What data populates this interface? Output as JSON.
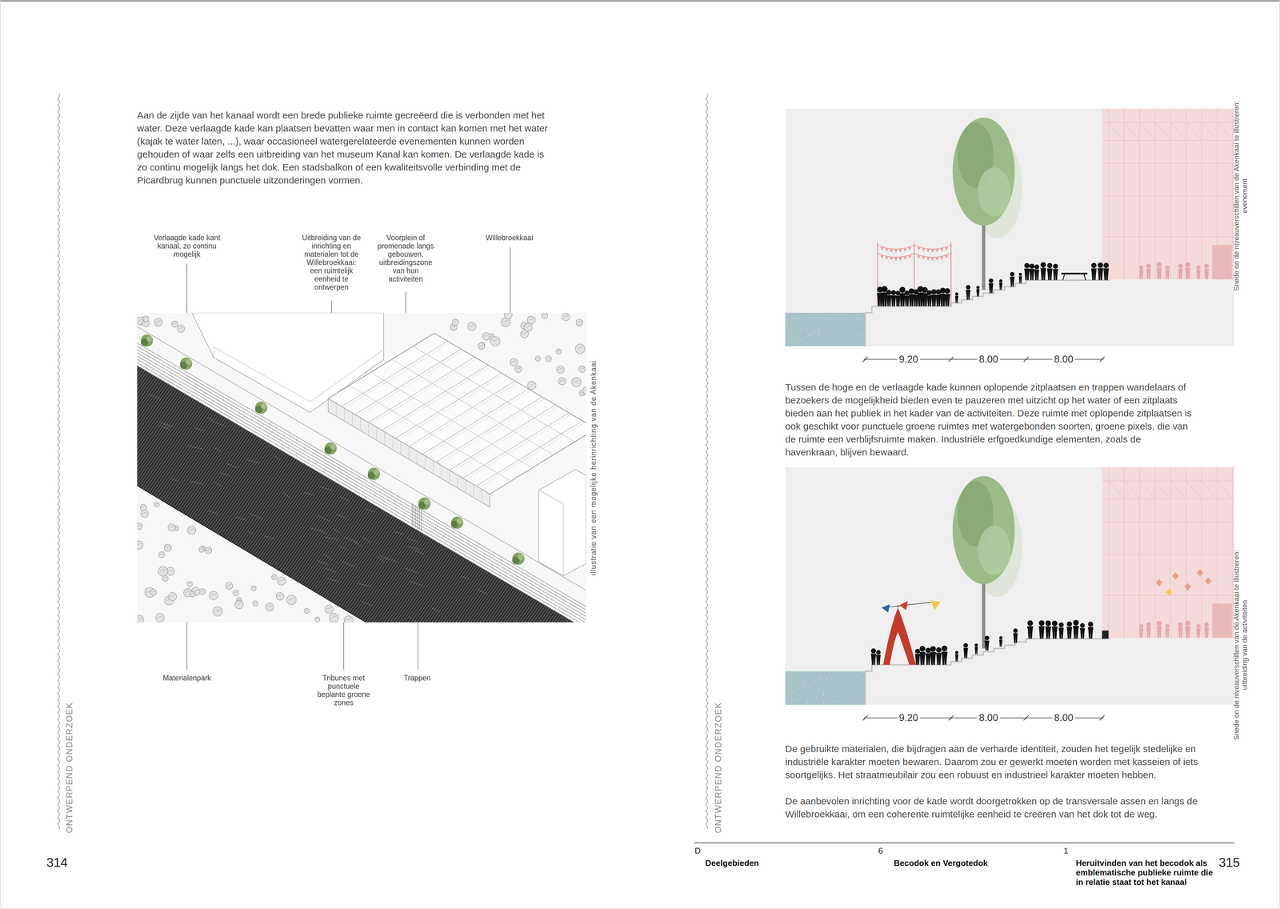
{
  "diagram": {
    "labels": [
      "Aan de zijde van het kanaal wordt een brede publieke ruimte gecreëerd die is verbonden met het water. Deze verlaagde kade kan plaatsen bevatten waar men in contact kan komen met het water (kajak te water laten, ...), waar occasioneel watergerelateerde evenementen kunnen worden gehouden of waar zelfs een uitbreiding van het museum Kanal kan komen. De verlaagde kade is zo continu mogelijk langs het dok. Een stadsbalkon of een kwaliteitsvolle verbinding met de Picardbrug kunnen punctuele uitzonderingen vormen.",
      "Verlaagde kade kant kanaal, zo continu mogelijk",
      "Uitbreiding van de inrichting en materialen tot de Willebroekkaai: een ruimtelijk eenheid te ontwerpen",
      "Voorplein of promenade langs gebouwen, uitbreidingszone van hun activiteiten",
      "Willebroekkaai",
      "illustratie van een mogelijke herinrichting van de Akenkaai",
      "Materialenpark",
      "Tribunes met punctuele beplante groene zones",
      "Trappen",
      "ONTWERPEND ONDERZOEK",
      "314",
      "Snede on de niveauverschillen van de Akenkaai te illustreren: evenement",
      "9.20",
      "8.00",
      "8.00",
      "Tussen de hoge en de verlaagde kade kunnen oplopende zitplaatsen en trappen wandelaars of bezoekers de mogelijkheid bieden even te pauzeren met uitzicht op het water of een zitplaats bieden aan het publiek in het kader van de activiteiten. Deze ruimte met oplopende zitplaatsen is ook geschikt voor punctuele groene ruimtes met watergebonden soorten, groene pixels, die van de ruimte een verblijfsruimte maken. Industriële erfgoedkundige elementen, zoals de havenkraan, blijven bewaard.",
      "Snede on de niveauverschillen van de Akenkaai te illustreren: uitbreiding van de activiteiten",
      "9.20",
      "8.00",
      "8.00",
      "De gebruikte materialen, die bijdragen aan de verharde identiteit, zouden het tegelijk stedelijke en industriële karakter moeten bewaren. Daarom zou er gewerkt moeten worden met kasseien of iets soortgelijks. Het straatmeubilair zou een robuust en industrieel karakter moeten hebben.",
      "De aanbevolen inrichting voor de kade wordt doorgetrokken op de transversale assen en langs de Willebroekkaai, om een coherente ruimtelijke eenheid te creëren van het dok tot de weg.",
      "ONTWERPEND ONDERZOEK",
      "D",
      "Deelgebieden",
      "6",
      "Becodok en Vergotedok",
      "1",
      "Heruitvinden van het becodok als emblematische publieke ruimte die in relatie staat tot het kanaal",
      "315"
    ]
  }
}
